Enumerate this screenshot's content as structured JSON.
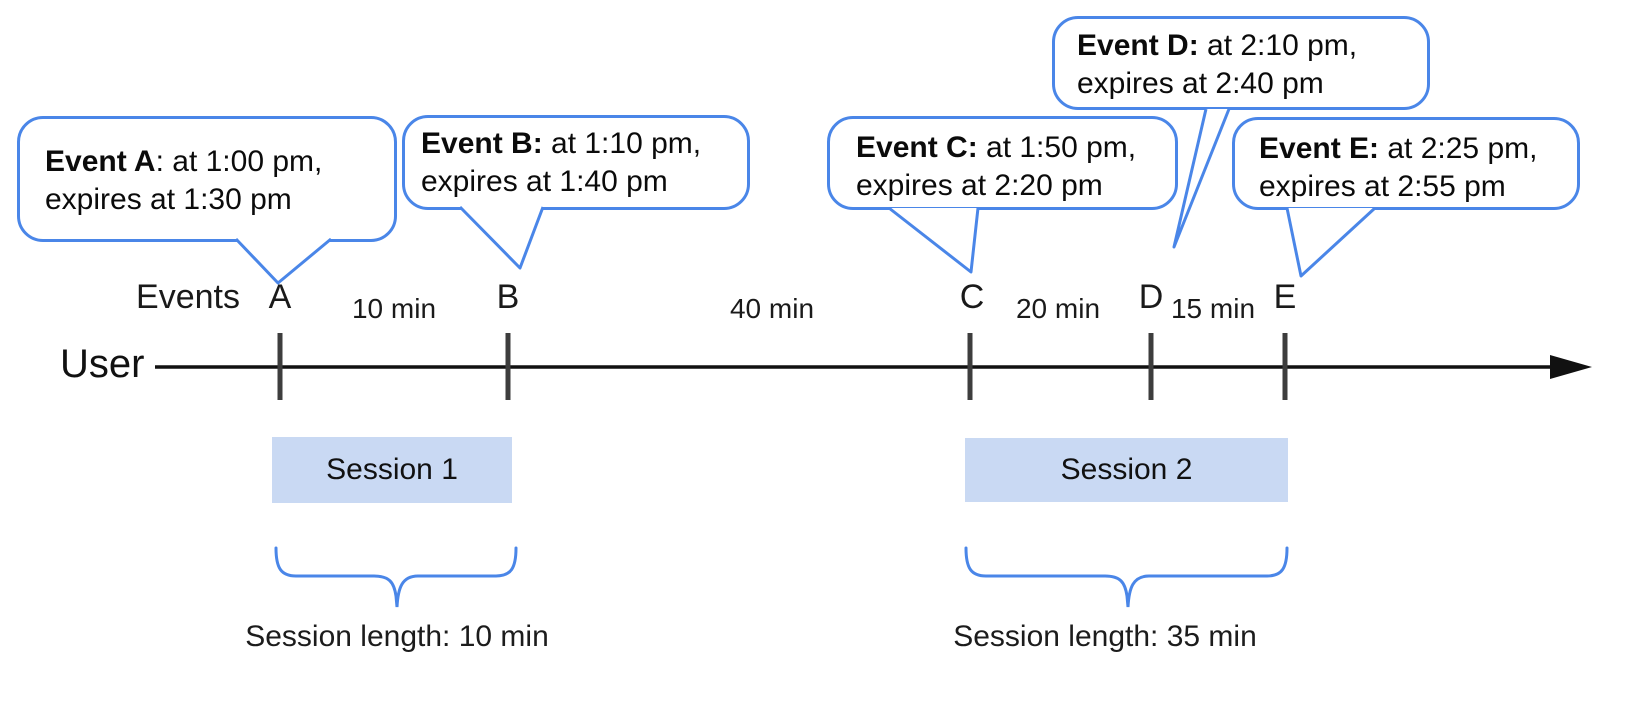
{
  "diagram": {
    "user_label": "User",
    "events_axis_label": "Events",
    "markers": [
      "A",
      "B",
      "C",
      "D",
      "E"
    ],
    "intervals": [
      "10 min",
      "40 min",
      "20 min",
      "15 min"
    ],
    "bubbles": [
      {
        "bold": "Event A",
        "rest": ": at 1:00 pm,",
        "line2": "expires at 1:30 pm"
      },
      {
        "bold": "Event B:",
        "rest": " at 1:10 pm,",
        "line2": "expires at 1:40 pm"
      },
      {
        "bold": "Event C:",
        "rest": " at 1:50 pm,",
        "line2": "expires at 2:20 pm"
      },
      {
        "bold": "Event D:",
        "rest": " at 2:10 pm,",
        "line2": "expires at 2:40 pm"
      },
      {
        "bold": "Event E:",
        "rest": " at 2:25 pm,",
        "line2": "expires at 2:55 pm"
      }
    ],
    "sessions": [
      {
        "label": "Session 1",
        "length_label": "Session length: 10 min"
      },
      {
        "label": "Session 2",
        "length_label": "Session length: 35 min"
      }
    ],
    "colors": {
      "accent_blue": "#4a86e8",
      "session_fill": "#c9d9f3",
      "tick_gray": "#3d3d3d",
      "line_black": "#111111"
    }
  }
}
